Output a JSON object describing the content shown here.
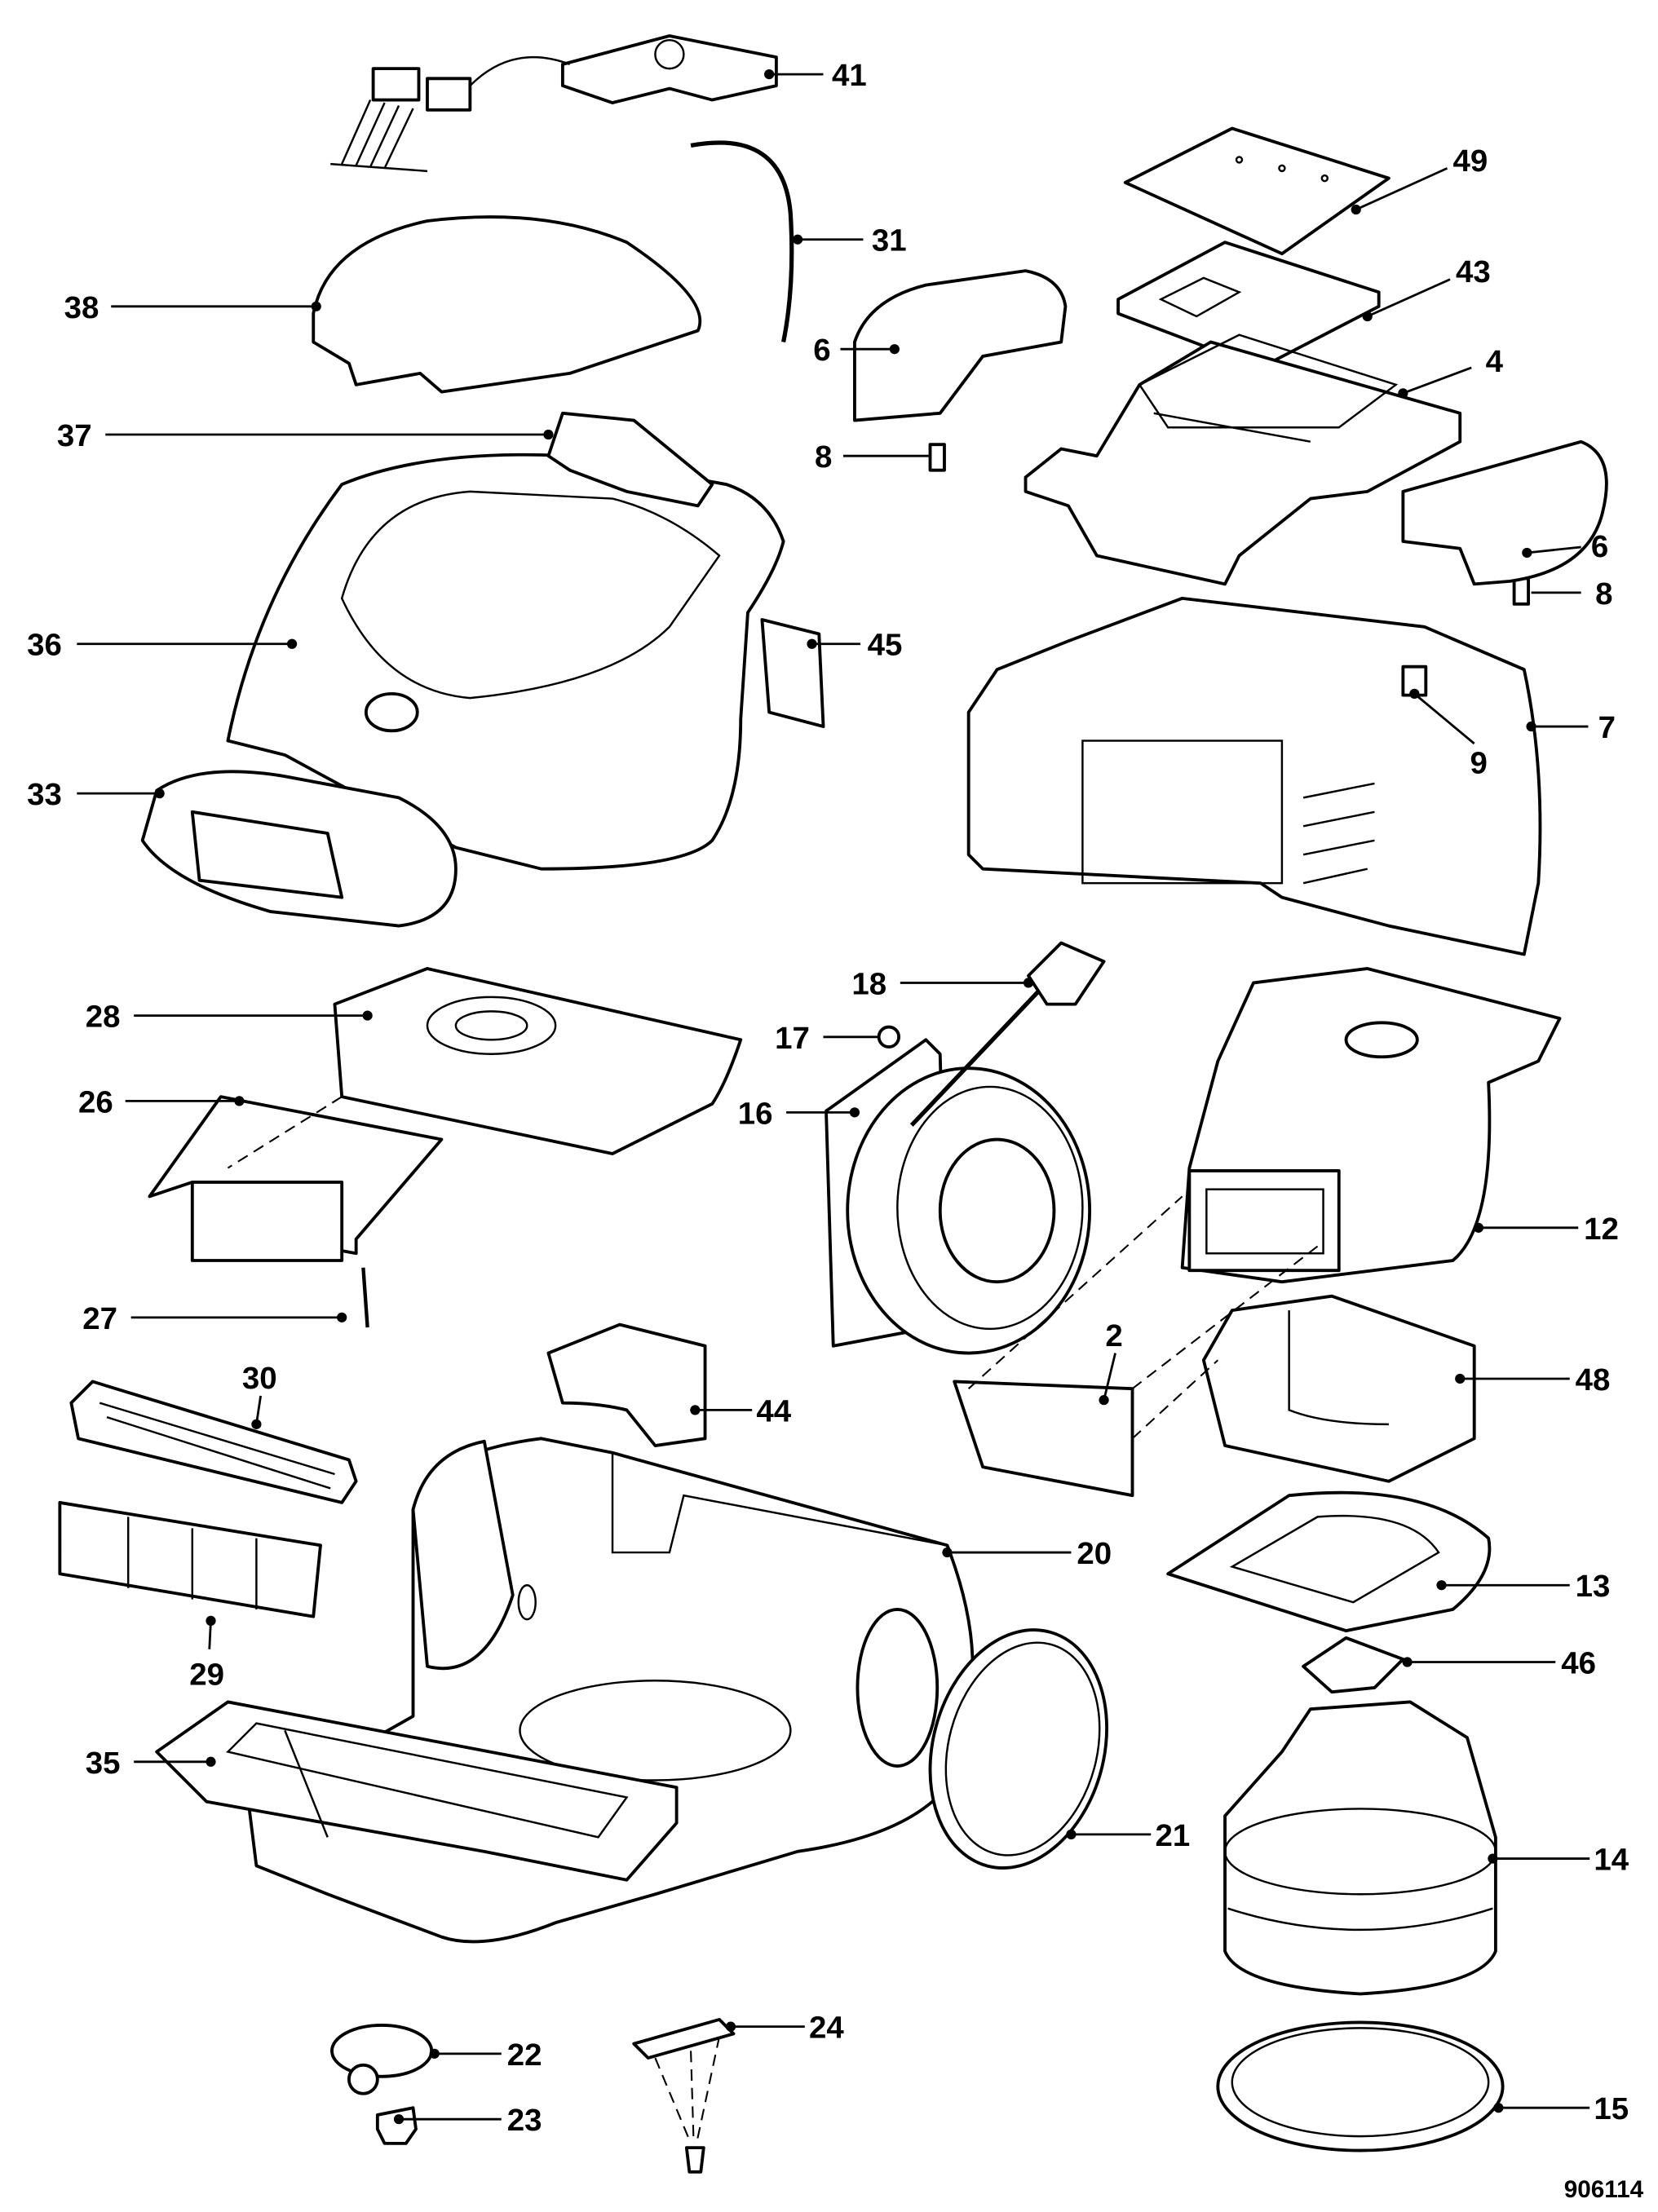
{
  "diagram": {
    "title": "Vacuum cleaner exploded parts view",
    "drawing_number": "906114",
    "labels": {
      "p41": "41",
      "p31": "31",
      "p49": "49",
      "p43": "43",
      "p6a": "6",
      "p4": "4",
      "p8a": "8",
      "p6b": "6",
      "p8b": "8",
      "p38": "38",
      "p37": "37",
      "p36": "36",
      "p45": "45",
      "p7": "7",
      "p9": "9",
      "p33": "33",
      "p18": "18",
      "p28": "28",
      "p17": "17",
      "p26": "26",
      "p16": "16",
      "p12": "12",
      "p27": "27",
      "p2": "2",
      "p30": "30",
      "p44": "44",
      "p48": "48",
      "p20": "20",
      "p13": "13",
      "p29": "29",
      "p46": "46",
      "p35": "35",
      "p21": "21",
      "p14": "14",
      "p22": "22",
      "p24": "24",
      "p15": "15",
      "p23": "23"
    }
  }
}
